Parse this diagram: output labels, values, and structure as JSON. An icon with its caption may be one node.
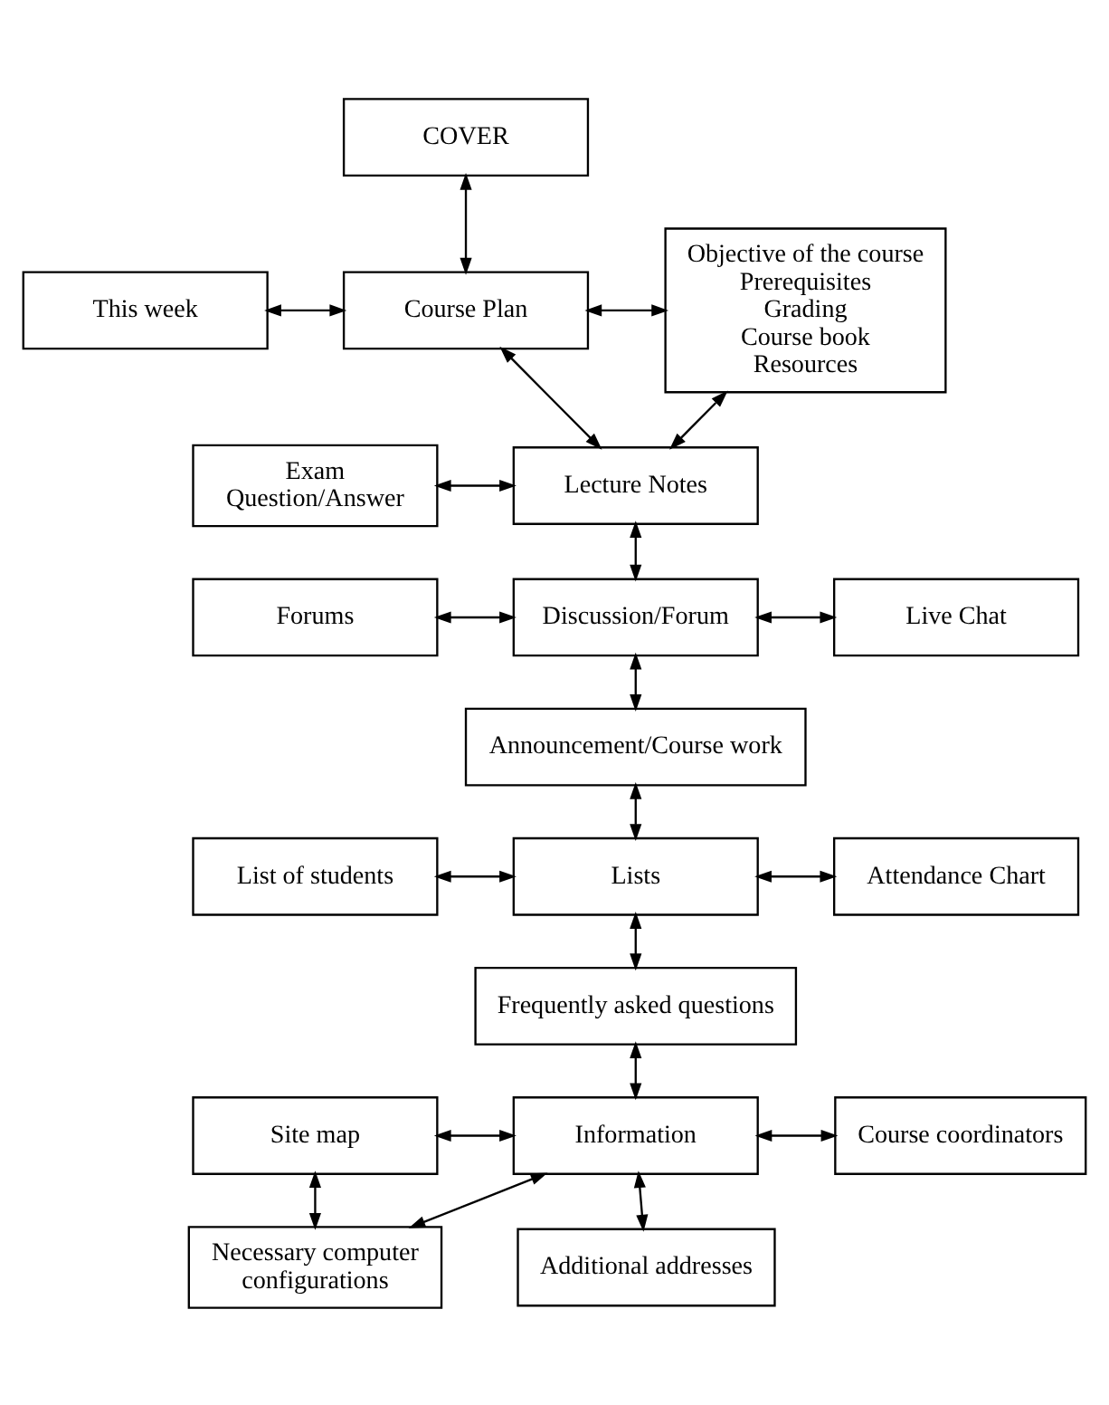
{
  "diagram": {
    "nodes": [
      {
        "text": [
          "COVER"
        ]
      },
      {
        "text": [
          "This week"
        ]
      },
      {
        "text": [
          "Course Plan"
        ]
      },
      {
        "text": [
          "Objective of the course",
          "Prerequisites",
          "Grading",
          "Course book",
          "Resources"
        ]
      },
      {
        "text": [
          "Exam Question/Answer"
        ]
      },
      {
        "text": [
          "Lecture Notes"
        ]
      },
      {
        "text": [
          "Forums"
        ]
      },
      {
        "text": [
          "Discussion/Forum"
        ]
      },
      {
        "text": [
          "Live Chat"
        ]
      },
      {
        "text": [
          "Announcement/Course work"
        ]
      },
      {
        "text": [
          "List of students"
        ]
      },
      {
        "text": [
          "Lists"
        ]
      },
      {
        "text": [
          "Attendance Chart"
        ]
      },
      {
        "text": [
          "Frequently asked questions"
        ]
      },
      {
        "text": [
          "Site map"
        ]
      },
      {
        "text": [
          "Information"
        ]
      },
      {
        "text": [
          "Course coordinators"
        ]
      },
      {
        "text": [
          "Necessary computer configurations"
        ]
      },
      {
        "text": [
          "Additional addresses"
        ]
      }
    ],
    "edges": [
      {
        "from": 0,
        "to": 2,
        "arrow": "both"
      },
      {
        "from": 1,
        "to": 2,
        "arrow": "both"
      },
      {
        "from": 2,
        "to": 3,
        "arrow": "both"
      },
      {
        "from": 2,
        "to": 5,
        "arrow": "both"
      },
      {
        "from": 4,
        "to": 5,
        "arrow": "both"
      },
      {
        "from": 5,
        "to": 3,
        "arrow": "both"
      },
      {
        "from": 5,
        "to": 7,
        "arrow": "both"
      },
      {
        "from": 6,
        "to": 7,
        "arrow": "both"
      },
      {
        "from": 7,
        "to": 8,
        "arrow": "both"
      },
      {
        "from": 7,
        "to": 9,
        "arrow": "both"
      },
      {
        "from": 9,
        "to": 11,
        "arrow": "both"
      },
      {
        "from": 10,
        "to": 11,
        "arrow": "both"
      },
      {
        "from": 11,
        "to": 12,
        "arrow": "both"
      },
      {
        "from": 11,
        "to": 13,
        "arrow": "both"
      },
      {
        "from": 13,
        "to": 15,
        "arrow": "both"
      },
      {
        "from": 14,
        "to": 15,
        "arrow": "both"
      },
      {
        "from": 15,
        "to": 16,
        "arrow": "both"
      },
      {
        "from": 14,
        "to": 17,
        "arrow": "both"
      },
      {
        "from": 17,
        "to": 15,
        "arrow": "both"
      },
      {
        "from": 15,
        "to": 18,
        "arrow": "both"
      }
    ]
  }
}
